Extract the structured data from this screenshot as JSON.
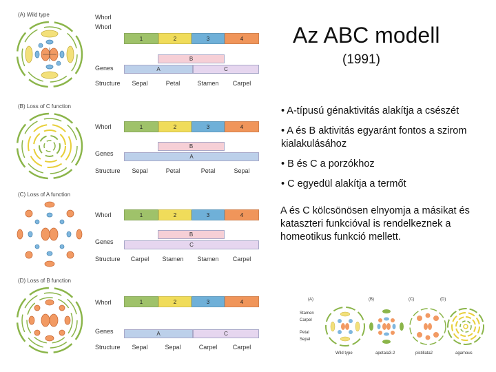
{
  "title": "Az ABC modell",
  "subtitle": "(1991)",
  "bullets": [
    "• A-típusú  génaktivitás alakítja a csészét",
    "• A és B aktivitás egyaránt fontos a szirom kialakulásához",
    "• B és C a porzókhoz",
    "• C egyedül alakítja a termőt"
  ],
  "note": "A és C kölcsönösen elnyomja a másikat és kataszteri funkcióval is rendelkeznek a homeotikus funkció mellett.",
  "labels": {
    "whorl": "Whorl",
    "genes": "Genes",
    "structure": "Structure"
  },
  "whorls": [
    "1",
    "2",
    "3",
    "4"
  ],
  "colors": {
    "whorl1": "#9fc26a",
    "whorl2": "#f0dc5a",
    "whorl3": "#6fb0d8",
    "whorl4": "#f0955a",
    "geneB": "#f6cfd6",
    "geneA": "#bcd0ea",
    "geneC": "#e6d6ef"
  },
  "panels": [
    {
      "title": "(A)  Wild type",
      "genes": {
        "b": "B",
        "a": "A",
        "c": "C"
      },
      "structures": [
        "Sepal",
        "Petal",
        "Stamen",
        "Carpel"
      ]
    },
    {
      "title": "(B)  Loss of C function",
      "genes": {
        "b": "B",
        "a": "A"
      },
      "structures": [
        "Sepal",
        "Petal",
        "Petal",
        "Sepal"
      ]
    },
    {
      "title": "(C)  Loss of A function",
      "genes": {
        "b": "B",
        "c": "C"
      },
      "structures": [
        "Carpel",
        "Stamen",
        "Stamen",
        "Carpel"
      ]
    },
    {
      "title": "(D)  Loss of B function",
      "genes": {
        "a": "A",
        "c": "C"
      },
      "structures": [
        "Sepal",
        "Sepal",
        "Carpel",
        "Carpel"
      ]
    }
  ],
  "mini": {
    "panels": [
      "(A)",
      "(B)",
      "(C)",
      "(D)"
    ],
    "side_labels": [
      "Stamen",
      "Carpel",
      "Petal",
      "Sepal"
    ],
    "captions": [
      "Wild type",
      "apetala3-2",
      "pistillata2",
      "agamous"
    ]
  }
}
